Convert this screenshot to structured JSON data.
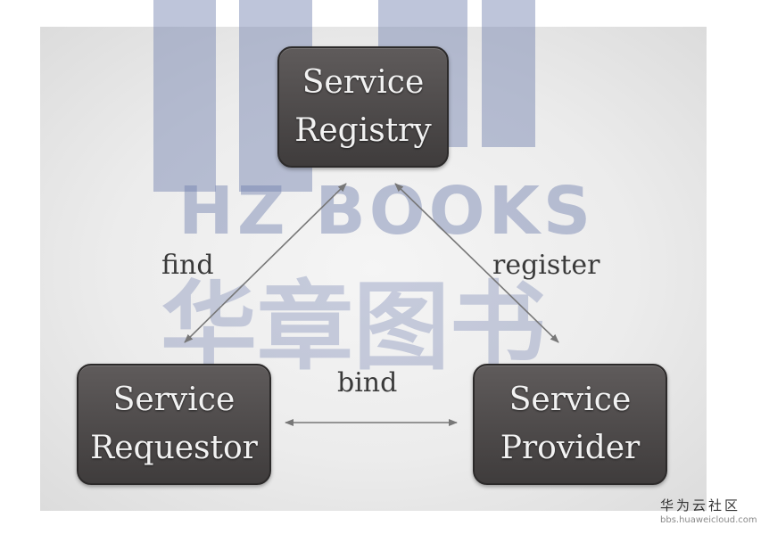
{
  "nodes": {
    "registry": {
      "line1": "Service",
      "line2": "Registry"
    },
    "requestor": {
      "line1": "Service",
      "line2": "Requestor"
    },
    "provider": {
      "line1": "Service",
      "line2": "Provider"
    }
  },
  "edges": {
    "find": "find",
    "register": "register",
    "bind": "bind"
  },
  "watermark": {
    "latin": "HZ BOOKS",
    "chinese": "华章图书"
  },
  "footer": {
    "brand": "华为云社区",
    "url": "bbs.huaweicloud.com"
  },
  "colors": {
    "node_fill": "#4a4646",
    "arrow": "#777777",
    "watermark": "#6f7fae"
  }
}
